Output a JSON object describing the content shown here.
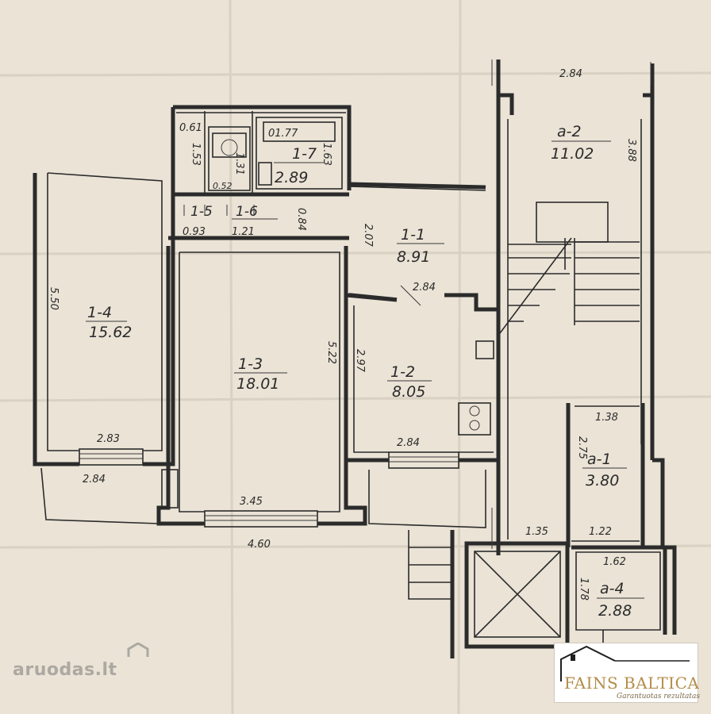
{
  "rooms": [
    {
      "name": "1-4",
      "area": "15.62"
    },
    {
      "name": "1-3",
      "area": "18.01"
    },
    {
      "name": "1-2",
      "area": "8.05"
    },
    {
      "name": "1-1",
      "area": "8.91"
    },
    {
      "name": "1-7",
      "area": "2.89"
    },
    {
      "name": "1-5",
      "area": ""
    },
    {
      "name": "1-6",
      "area": ""
    },
    {
      "name": "a-2",
      "area": "11.02"
    },
    {
      "name": "a-1",
      "area": "3.80"
    },
    {
      "name": "a-4",
      "area": "2.88"
    }
  ],
  "dimensions": {
    "d_284_top": "2.84",
    "d_388": "3.88",
    "d_061": "0.61",
    "d_153": "1.53",
    "d_131": "1.31",
    "d_177": "01.77",
    "d_163": "1.63",
    "d_052": "0.52",
    "d_093": "0.93",
    "d_121": "1.21",
    "d_084": "0.84",
    "d_207": "2.07",
    "d_550": "5.50",
    "d_284_mid": "2.84",
    "d_522": "5.22",
    "d_297": "2.97",
    "d_283": "2.83",
    "d_284_left": "2.84",
    "d_345": "3.45",
    "d_460": "4.60",
    "d_284_k": "2.84",
    "d_138": "1.38",
    "d_275": "2.75",
    "d_122": "1.22",
    "d_135": "1.35",
    "d_162": "1.62",
    "d_178": "1.78"
  },
  "watermark": {
    "text": "aruodas.lt"
  },
  "logo": {
    "name": "FAINS BALTICA",
    "slogan": "Garantuotas rezultatas"
  }
}
